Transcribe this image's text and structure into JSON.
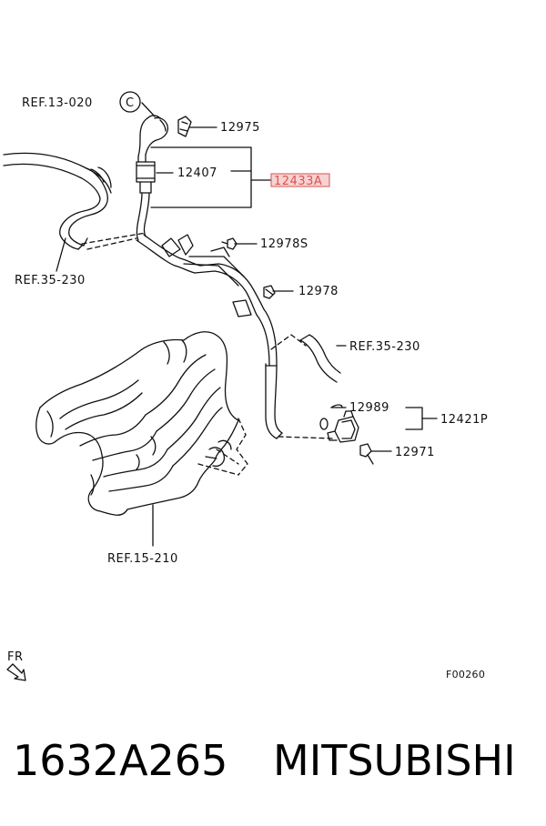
{
  "labels": {
    "ref_13_020": "REF.13-020",
    "circle_c": "C",
    "p12975": "12975",
    "p12407": "12407",
    "p12433a": "12433A",
    "p12978s": "12978S",
    "p12978": "12978",
    "ref_35_230_left": "REF.35-230",
    "ref_35_230_right": "REF.35-230",
    "p12989": "12989",
    "p12421p": "12421P",
    "p12971": "12971",
    "ref_15_210": "REF.15-210",
    "fr": "FR",
    "figure_code": "F00260"
  },
  "footer": {
    "part_number": "1632A265",
    "brand": "MITSUBISHI"
  },
  "colors": {
    "ink": "#111111",
    "highlight_fill": "#f7d3d3",
    "highlight_stroke": "#d9534f",
    "highlight_text": "#d9534f"
  }
}
